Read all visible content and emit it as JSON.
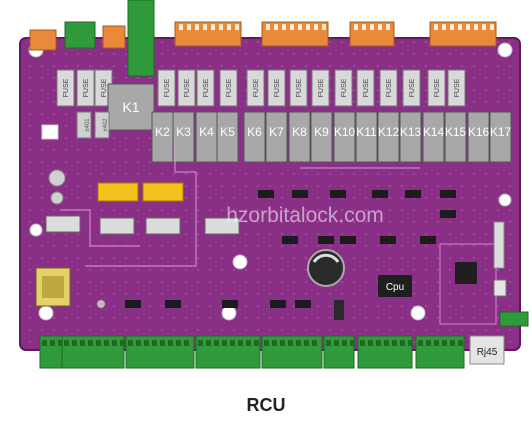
{
  "caption": "RCU",
  "watermark": "hzorbitalock.com",
  "relay_main_label": "K1",
  "relays": [
    "K2",
    "K3",
    "K4",
    "K5",
    "K6",
    "K7",
    "K8",
    "K9",
    "K10",
    "K11",
    "K12",
    "K13",
    "K14",
    "K15",
    "K16",
    "K17"
  ],
  "fuse_label": "FUSE",
  "fuse_count": 17,
  "small_labels": [
    "±401",
    "±402"
  ],
  "cpu_label": "Cpu",
  "rj45_label": "Rj45",
  "colors": {
    "board": "#8a2f86",
    "board_edge": "#5e1a5c",
    "relay": "#a8a8a8",
    "fuse": "#d9d9d9",
    "connector_green": "#2f9b3a",
    "connector_orange": "#e88a3a",
    "yellow_block": "#f2c21a"
  }
}
